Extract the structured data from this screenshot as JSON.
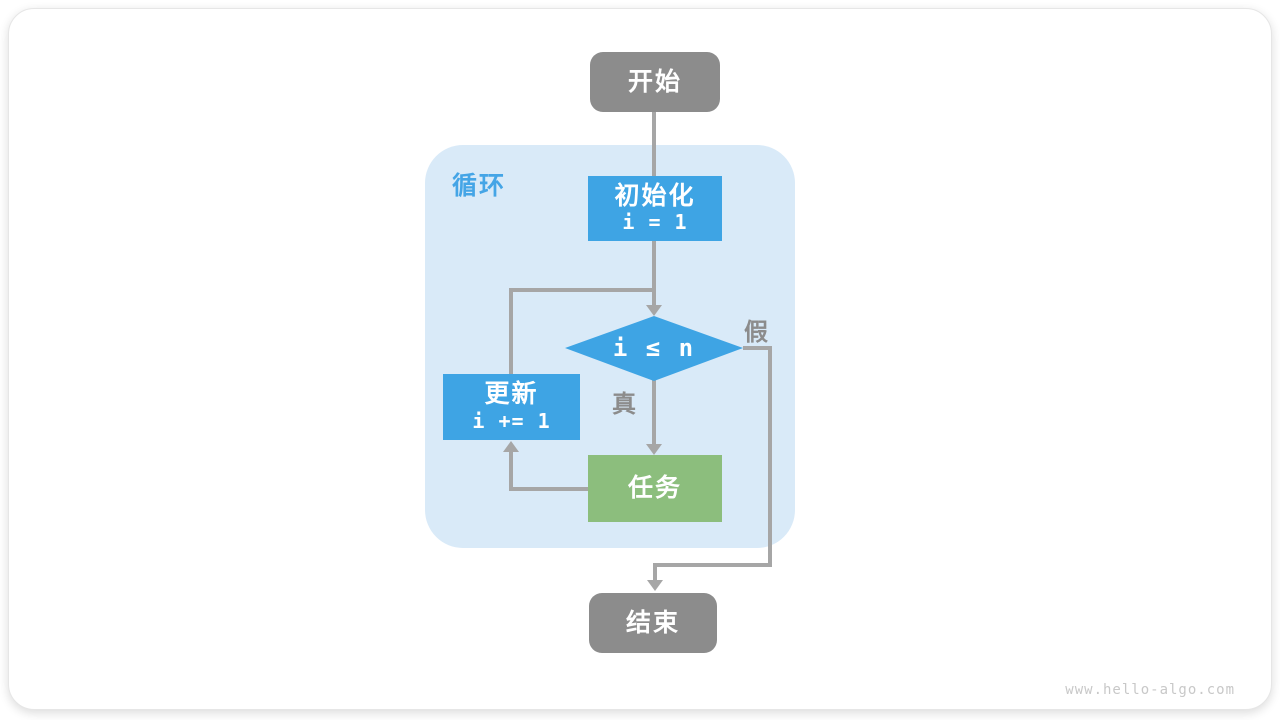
{
  "flowchart": {
    "title_semantic": "loop flowchart",
    "start_label": "开始",
    "loop_label": "循环",
    "init": {
      "title": "初始化",
      "code": "i = 1"
    },
    "condition_label": "i ≤ n",
    "true_label": "真",
    "false_label": "假",
    "task_label": "任务",
    "update": {
      "title": "更新",
      "code": "i += 1"
    },
    "end_label": "结束"
  },
  "watermark": {
    "text": "www.hello-algo.com"
  },
  "colors": {
    "terminal_gray": "#8c8c8c",
    "process_blue": "#3ea4e4",
    "task_green": "#8cbe7d",
    "loop_container_blue": "#d9eaf8",
    "loop_label_blue": "#45a5e6",
    "connector_gray": "#a6a6a6",
    "branch_label_gray": "#8c8c8c",
    "watermark_gray": "#c8c8c8",
    "card_background": "#ffffff"
  }
}
